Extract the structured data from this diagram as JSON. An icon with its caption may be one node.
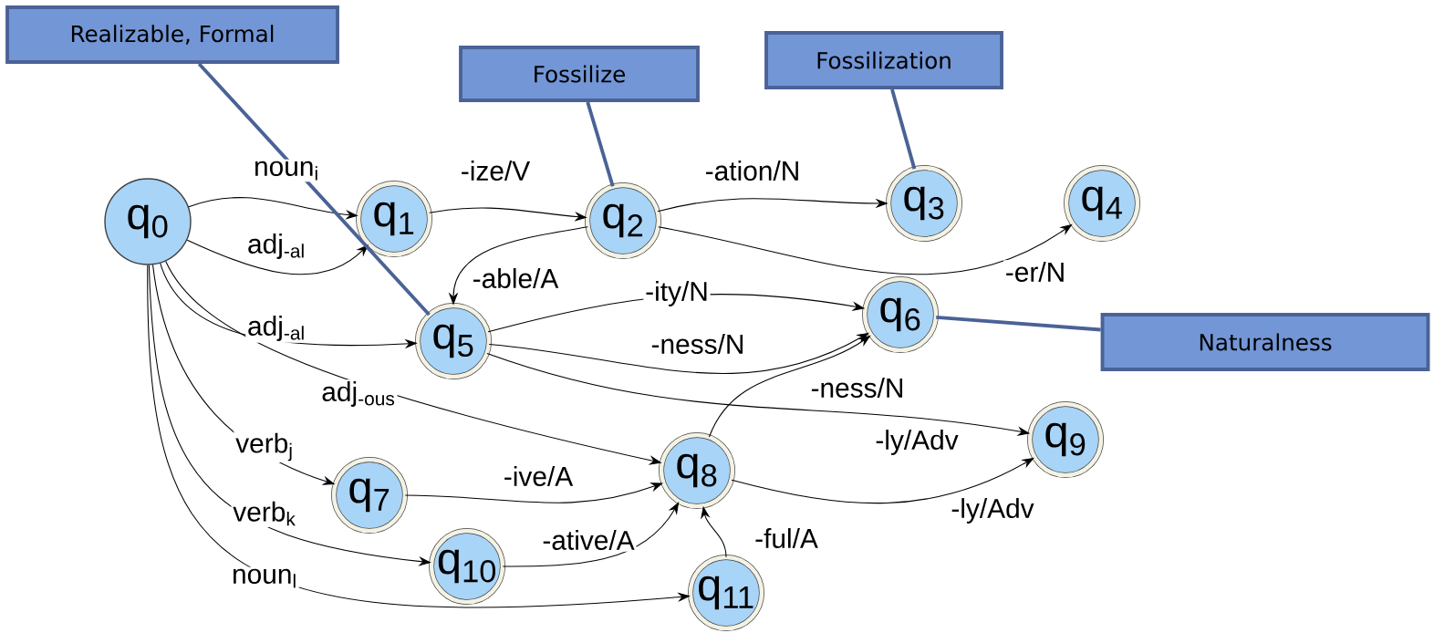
{
  "diagram": {
    "nodes": [
      {
        "text": [
          "q$_{0}$"
        ]
      },
      {
        "text": [
          "q$_{1}$"
        ]
      },
      {
        "text": [
          "q$_{2}$"
        ]
      },
      {
        "text": [
          "q$_{3}$"
        ]
      },
      {
        "text": [
          "q$_{4}$"
        ]
      },
      {
        "text": [
          "q$_{5}$"
        ]
      },
      {
        "text": [
          "q$_{6}$"
        ]
      },
      {
        "text": [
          "q$_{7}$"
        ]
      },
      {
        "text": [
          "q$_{8}$"
        ]
      },
      {
        "text": [
          "q$_{9}$"
        ]
      },
      {
        "text": [
          "q$_{10}$"
        ]
      },
      {
        "text": [
          "q$_{11}$"
        ]
      },
      {
        "text": [
          "Realizable, Formal"
        ]
      },
      {
        "text": [
          "Fossilize"
        ]
      },
      {
        "text": [
          "Fossilization"
        ]
      },
      {
        "text": [
          "Naturalness"
        ]
      }
    ],
    "edges": [
      {
        "from": 0,
        "to": 1,
        "arrow": "to",
        "label": "noun$_{i}$"
      },
      {
        "from": 0,
        "to": 1,
        "arrow": "to",
        "label": "adj$_{-al}$"
      },
      {
        "from": 1,
        "to": 2,
        "arrow": "to",
        "label": "-ize/V"
      },
      {
        "from": 2,
        "to": 3,
        "arrow": "to",
        "label": "-ation/N"
      },
      {
        "from": 2,
        "to": 4,
        "arrow": "to",
        "label": "-er/N"
      },
      {
        "from": 2,
        "to": 5,
        "arrow": "to",
        "label": "-able/A"
      },
      {
        "from": 5,
        "to": 6,
        "arrow": "to",
        "label": "-ity/N"
      },
      {
        "from": 5,
        "to": 6,
        "arrow": "to",
        "label": "-ness/N"
      },
      {
        "from": 0,
        "to": 5,
        "arrow": "to",
        "label": "adj$_{-al}$"
      },
      {
        "from": 0,
        "to": 8,
        "arrow": "to",
        "label": "adj$_{-ous}$"
      },
      {
        "from": 0,
        "to": 7,
        "arrow": "to",
        "label": "verb$_{j}$"
      },
      {
        "from": 0,
        "to": 10,
        "arrow": "to",
        "label": "verb$_{k}$"
      },
      {
        "from": 0,
        "to": 11,
        "arrow": "to",
        "label": "noun$_{l}$"
      },
      {
        "from": 5,
        "to": 9,
        "arrow": "to",
        "label": "-ly/Adv"
      },
      {
        "from": 7,
        "to": 8,
        "arrow": "to",
        "label": "-ive/A"
      },
      {
        "from": 10,
        "to": 8,
        "arrow": "to",
        "label": "-ative/A"
      },
      {
        "from": 11,
        "to": 8,
        "arrow": "to",
        "label": "-ful/A"
      },
      {
        "from": 8,
        "to": 6,
        "arrow": "to",
        "label": "-ness/N"
      },
      {
        "from": 8,
        "to": 9,
        "arrow": "to",
        "label": "-ly/Adv"
      },
      {
        "from": 12,
        "to": 5,
        "arrow": "none",
        "style": "thick",
        "color": "#4a6296"
      },
      {
        "from": 13,
        "to": 2,
        "arrow": "none",
        "style": "thick",
        "color": "#4a6296"
      },
      {
        "from": 14,
        "to": 3,
        "arrow": "none",
        "style": "thick",
        "color": "#4a6296"
      },
      {
        "from": 15,
        "to": 6,
        "arrow": "none",
        "style": "thick",
        "color": "#4a6296"
      }
    ]
  }
}
